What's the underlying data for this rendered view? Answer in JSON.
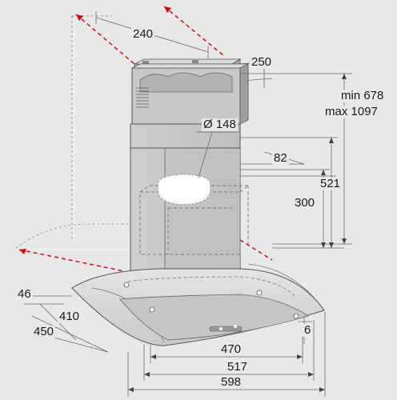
{
  "labels": {
    "chimney_width": "240",
    "chimney_depth": "250",
    "height_min": "min 678",
    "height_max": "max 1097",
    "duct_diameter": "Ø 148",
    "outlet_offset": "82",
    "outlet_height": "521",
    "bracket_height": "300",
    "canopy_edge": "46",
    "canopy_depth_inner": "410",
    "canopy_depth_outer": "450",
    "glass_thickness": "6",
    "width_inner": "470",
    "width_mid": "517",
    "width_overall": "598"
  },
  "colors": {
    "background": "#e8e8e8",
    "line": "#555555",
    "dim_line": "#6a6a6a",
    "hidden": "#777777",
    "red_marker": "#d40000",
    "steel": "#d6d6d6",
    "shade": "#a9a9a9",
    "duct": "#ffffff"
  }
}
